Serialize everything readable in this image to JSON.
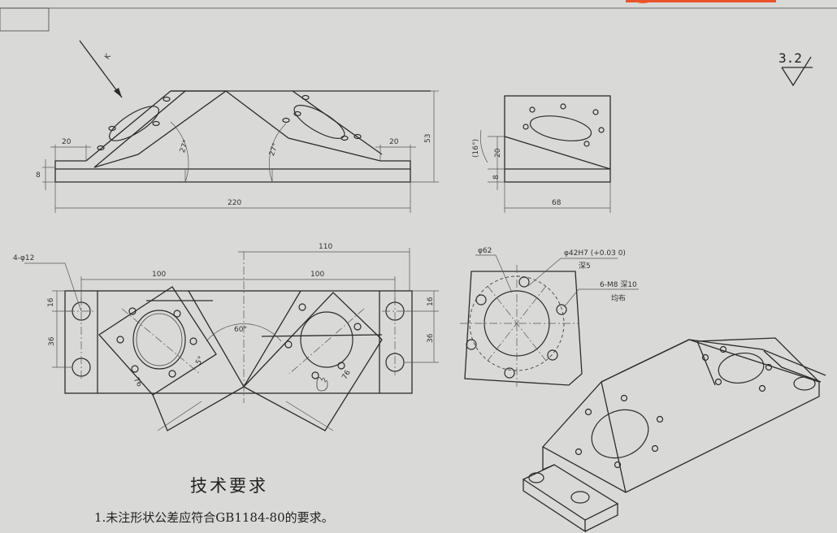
{
  "views": {
    "front": {
      "dim_left_width": "20",
      "dim_right_width": "20",
      "dim_base_height": "8",
      "dim_total_length": "220",
      "dim_height": "53",
      "angle_left": "27°",
      "angle_right": "27°",
      "view_arrow_label": "K"
    },
    "side": {
      "dim_ref": "(16°)",
      "dim_height": "20",
      "dim_base": "8",
      "dim_width": "68"
    },
    "top": {
      "hole_callout": "4-φ12",
      "dim_span": "110",
      "dim_left": "100",
      "dim_right": "100",
      "dim_left_16": "16",
      "dim_left_36": "36",
      "dim_right_16": "16",
      "dim_right_36": "36",
      "angle_center": "60°",
      "angle_small": "5°",
      "dim_diag_left": "76",
      "dim_diag_right": "76"
    },
    "detail_k": {
      "bolt_circle": "φ62",
      "bore": "φ42H7 (+0.03 0)",
      "bore_depth": "深5",
      "threads": "6-M8  深10",
      "threads_note": "均布"
    }
  },
  "roughness": "3.2",
  "requirements": {
    "title": "技术要求",
    "items": [
      "1.未注形状公差应符合GB1184-80的要求。"
    ]
  },
  "colors": {
    "paper": "#d9d9d7",
    "ink": "#2b2b2b",
    "logo_accent": "#e8532a"
  }
}
